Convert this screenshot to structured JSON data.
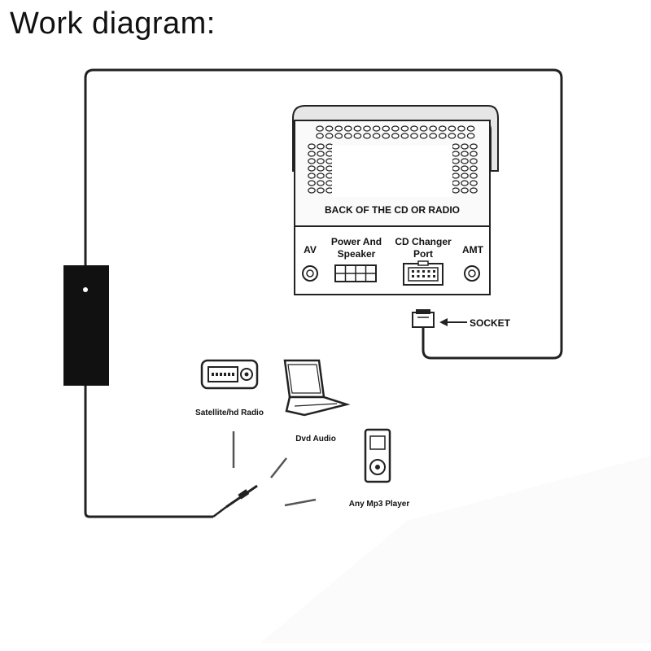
{
  "title": "Work diagram:",
  "head_unit": {
    "caption": "BACK OF THE CD OR RADIO",
    "ports": {
      "av": "AV",
      "power_line1": "Power And",
      "power_line2": "Speaker",
      "cd_line1": "CD Changer",
      "cd_line2": "Port",
      "amt": "AMT"
    }
  },
  "socket_label": "SOCKET",
  "devices": {
    "satellite": "Satellite/hd Radio",
    "dvd": "Dvd Audio",
    "mp3": "Any Mp3 Player"
  },
  "colors": {
    "line": "#222222",
    "box": "#111111",
    "fill_light": "#f4f4f4"
  }
}
